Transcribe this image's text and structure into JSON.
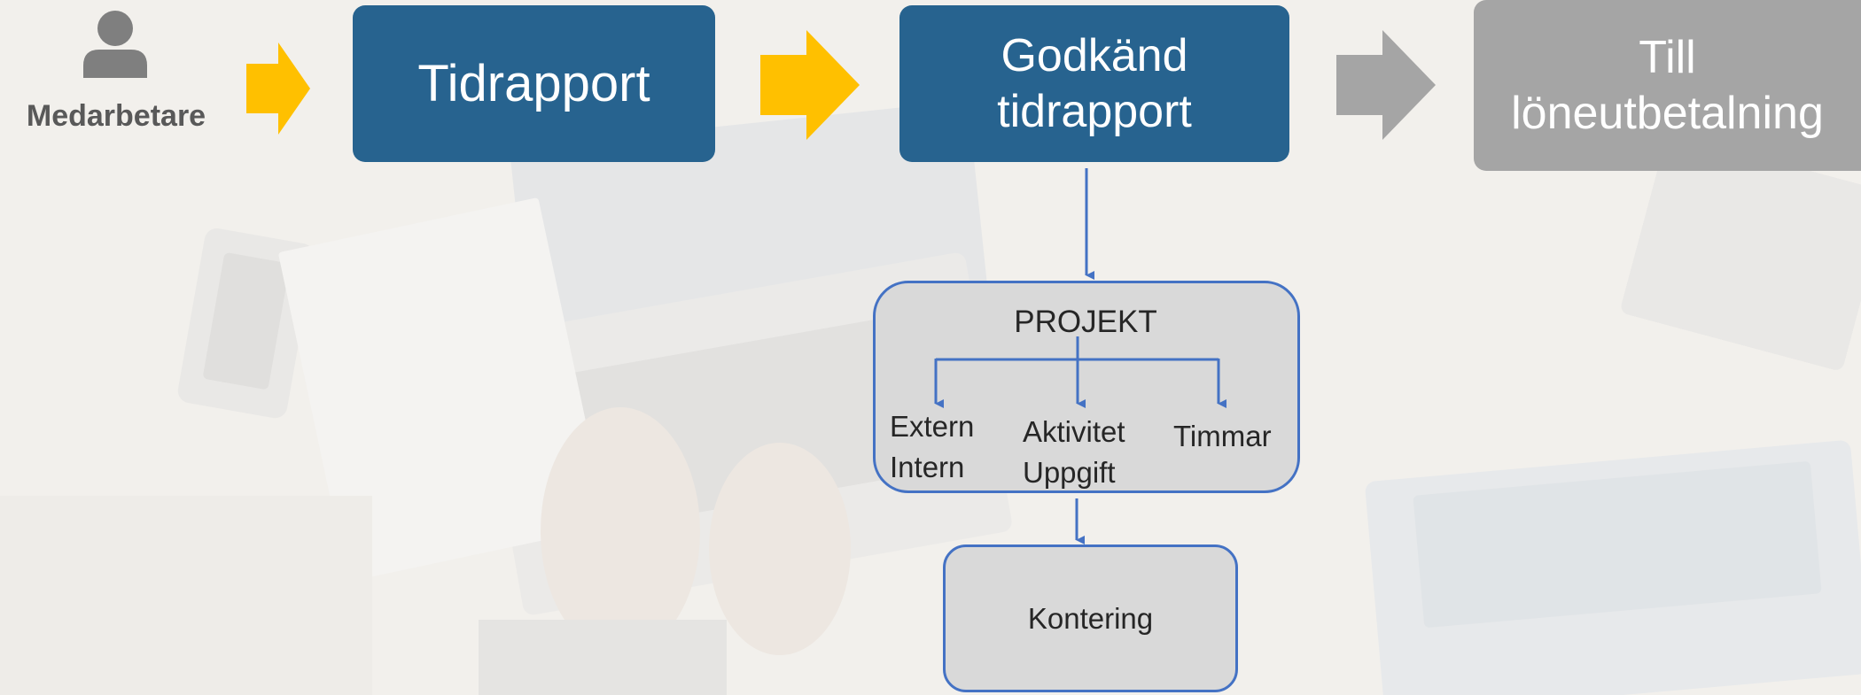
{
  "actor": {
    "label": "Medarbetare",
    "icon": "person-icon"
  },
  "flow": {
    "step1": {
      "lines": [
        "Tidrapport"
      ]
    },
    "step2": {
      "lines": [
        "Godkänd",
        "tidrapport"
      ]
    },
    "step3": {
      "lines": [
        "Till",
        "löneutbetalning"
      ]
    }
  },
  "projekt": {
    "title": "PROJEKT",
    "branch1": [
      "Extern",
      "Intern"
    ],
    "branch2": [
      "Aktivitet",
      "Uppgift"
    ],
    "branch3": [
      "Timmar"
    ]
  },
  "kontering": {
    "label": "Kontering"
  },
  "colors": {
    "primary_box": "#27638f",
    "inactive_box": "#a5a5a5",
    "active_arrow": "#ffc000",
    "inactive_arrow": "#a5a5a5",
    "connector": "#4472c4",
    "sub_box": "#d9d9d9"
  }
}
